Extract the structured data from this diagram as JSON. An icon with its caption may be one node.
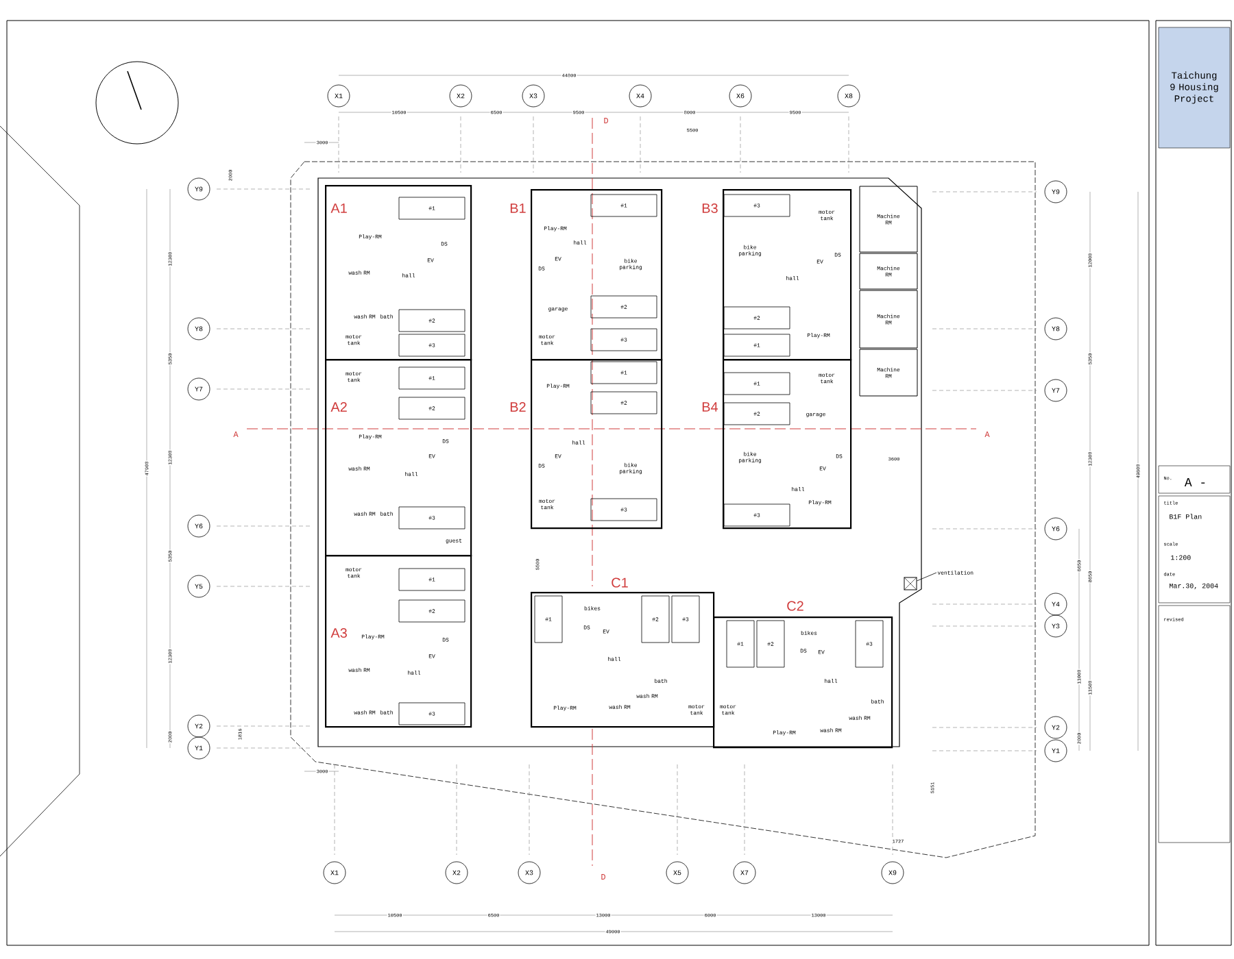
{
  "diagram": {
    "title": "Taichung 9 Housing Project",
    "nodes": [
      {
        "text": [
          "X1"
        ]
      },
      {
        "text": [
          "X2"
        ]
      },
      {
        "text": [
          "X3"
        ]
      },
      {
        "text": [
          "X4"
        ]
      },
      {
        "text": [
          "X6"
        ]
      },
      {
        "text": [
          "X8"
        ]
      },
      {
        "text": [
          "Y9"
        ]
      },
      {
        "text": [
          "Y8"
        ]
      },
      {
        "text": [
          "Y7"
        ]
      },
      {
        "text": [
          "Y6"
        ]
      },
      {
        "text": [
          "Y5"
        ]
      },
      {
        "text": [
          "Y2"
        ]
      },
      {
        "text": [
          "Y1"
        ]
      },
      {
        "text": [
          "A1"
        ]
      },
      {
        "text": [
          "Play-RM"
        ],
        "in": 13
      },
      {
        "text": [
          "#1"
        ],
        "in": 13
      },
      {
        "text": [
          "DS"
        ],
        "in": 13
      },
      {
        "text": [
          "EV"
        ],
        "in": 13
      },
      {
        "text": [
          "wash RM"
        ],
        "in": 13
      },
      {
        "text": [
          "hall"
        ],
        "in": 13
      },
      {
        "text": [
          "wash RM"
        ],
        "in": 13
      },
      {
        "text": [
          "bath"
        ],
        "in": 13
      },
      {
        "text": [
          "#2"
        ],
        "in": 13
      },
      {
        "text": [
          "motor tank"
        ],
        "in": 13
      },
      {
        "text": [
          "#3"
        ],
        "in": 13
      },
      {
        "text": [
          "A2"
        ]
      },
      {
        "text": [
          "motor tank"
        ],
        "in": 25
      },
      {
        "text": [
          "#1"
        ],
        "in": 25
      },
      {
        "text": [
          "#2"
        ],
        "in": 25
      },
      {
        "text": [
          "Play-RM"
        ],
        "in": 25
      },
      {
        "text": [
          "DS"
        ],
        "in": 25
      },
      {
        "text": [
          "EV"
        ],
        "in": 25
      },
      {
        "text": [
          "wash RM"
        ],
        "in": 25
      },
      {
        "text": [
          "hall"
        ],
        "in": 25
      },
      {
        "text": [
          "wash RM"
        ],
        "in": 25
      },
      {
        "text": [
          "bath"
        ],
        "in": 25
      },
      {
        "text": [
          "#3"
        ],
        "in": 25
      },
      {
        "text": [
          "guest"
        ],
        "in": 25
      },
      {
        "text": [
          "A3"
        ]
      },
      {
        "text": [
          "motor tank"
        ],
        "in": 38
      },
      {
        "text": [
          "#1"
        ],
        "in": 38
      },
      {
        "text": [
          "#2"
        ],
        "in": 38
      },
      {
        "text": [
          "Play-RM"
        ],
        "in": 38
      },
      {
        "text": [
          "DS"
        ],
        "in": 38
      },
      {
        "text": [
          "EV"
        ],
        "in": 38
      },
      {
        "text": [
          "wash RM"
        ],
        "in": 38
      },
      {
        "text": [
          "hall"
        ],
        "in": 38
      },
      {
        "text": [
          "wash RM"
        ],
        "in": 38
      },
      {
        "text": [
          "bath"
        ],
        "in": 38
      },
      {
        "text": [
          "#3"
        ],
        "in": 38
      },
      {
        "text": [
          "B1"
        ]
      },
      {
        "text": [
          "#1"
        ],
        "in": 50
      },
      {
        "text": [
          "Play-RM"
        ],
        "in": 50
      },
      {
        "text": [
          "hall"
        ],
        "in": 50
      },
      {
        "text": [
          "EV"
        ],
        "in": 50
      },
      {
        "text": [
          "DS"
        ],
        "in": 50
      },
      {
        "text": [
          "bike parking"
        ],
        "in": 50
      },
      {
        "text": [
          "garage"
        ],
        "in": 50
      },
      {
        "text": [
          "#2"
        ],
        "in": 50
      },
      {
        "text": [
          "motor tank"
        ],
        "in": 50
      },
      {
        "text": [
          "#3"
        ],
        "in": 50
      },
      {
        "text": [
          "B2"
        ]
      },
      {
        "text": [
          "#1"
        ],
        "in": 61
      },
      {
        "text": [
          "Play-RM"
        ],
        "in": 61
      },
      {
        "text": [
          "#2"
        ],
        "in": 61
      },
      {
        "text": [
          "hall"
        ],
        "in": 61
      },
      {
        "text": [
          "EV"
        ],
        "in": 61
      },
      {
        "text": [
          "DS"
        ],
        "in": 61
      },
      {
        "text": [
          "bike parking"
        ],
        "in": 61
      },
      {
        "text": [
          "motor tank"
        ],
        "in": 61
      },
      {
        "text": [
          "#3"
        ],
        "in": 61
      },
      {
        "text": [
          "B3"
        ]
      },
      {
        "text": [
          "#3"
        ],
        "in": 71
      },
      {
        "text": [
          "motor tank"
        ],
        "in": 71
      },
      {
        "text": [
          "bike parking"
        ],
        "in": 71
      },
      {
        "text": [
          "EV"
        ],
        "in": 71
      },
      {
        "text": [
          "DS"
        ],
        "in": 71
      },
      {
        "text": [
          "hall"
        ],
        "in": 71
      },
      {
        "text": [
          "#2"
        ],
        "in": 71
      },
      {
        "text": [
          "Play-RM"
        ],
        "in": 71
      },
      {
        "text": [
          "#1"
        ],
        "in": 71
      },
      {
        "text": [
          "B4"
        ]
      },
      {
        "text": [
          "motor tank"
        ],
        "in": 81
      },
      {
        "text": [
          "#1"
        ],
        "in": 81
      },
      {
        "text": [
          "#2"
        ],
        "in": 81
      },
      {
        "text": [
          "garage"
        ],
        "in": 81
      },
      {
        "text": [
          "bike parking"
        ],
        "in": 81
      },
      {
        "text": [
          "DS"
        ],
        "in": 81
      },
      {
        "text": [
          "EV"
        ],
        "in": 81
      },
      {
        "text": [
          "hall"
        ],
        "in": 81
      },
      {
        "text": [
          "Play-RM"
        ],
        "in": 81
      },
      {
        "text": [
          "#3"
        ],
        "in": 81
      },
      {
        "text": [
          "C1"
        ]
      },
      {
        "text": [
          "#1"
        ],
        "in": 92
      },
      {
        "text": [
          "bikes"
        ],
        "in": 92
      },
      {
        "text": [
          "DS"
        ],
        "in": 92
      },
      {
        "text": [
          "EV"
        ],
        "in": 92
      },
      {
        "text": [
          "#2"
        ],
        "in": 92
      },
      {
        "text": [
          "#3"
        ],
        "in": 92
      },
      {
        "text": [
          "hall"
        ],
        "in": 92
      },
      {
        "text": [
          "bath"
        ],
        "in": 92
      },
      {
        "text": [
          "Play-RM"
        ],
        "in": 92
      },
      {
        "text": [
          "wash RM"
        ],
        "in": 92
      },
      {
        "text": [
          "wash RM"
        ],
        "in": 92
      },
      {
        "text": [
          "motor tank"
        ],
        "in": 92
      },
      {
        "text": [
          "C2"
        ]
      },
      {
        "text": [
          "motor tank"
        ],
        "in": 105
      },
      {
        "text": [
          "#1"
        ],
        "in": 105
      },
      {
        "text": [
          "#2"
        ],
        "in": 105
      },
      {
        "text": [
          "bikes"
        ],
        "in": 105
      },
      {
        "text": [
          "DS"
        ],
        "in": 105
      },
      {
        "text": [
          "EV"
        ],
        "in": 105
      },
      {
        "text": [
          "#3"
        ],
        "in": 105
      },
      {
        "text": [
          "hall"
        ],
        "in": 105
      },
      {
        "text": [
          "bath"
        ],
        "in": 105
      },
      {
        "text": [
          "Play-RM"
        ],
        "in": 105
      },
      {
        "text": [
          "wash RM"
        ],
        "in": 105
      },
      {
        "text": [
          "wash RM"
        ],
        "in": 105
      },
      {
        "text": [
          "Machine RM"
        ]
      },
      {
        "text": [
          "Machine RM"
        ]
      },
      {
        "text": [
          "Machine RM"
        ]
      },
      {
        "text": [
          "Machine RM"
        ]
      },
      {
        "text": [
          "ventilation"
        ]
      },
      {
        "text": [
          "Y9"
        ]
      },
      {
        "text": [
          "Y8"
        ]
      },
      {
        "text": [
          "Y7"
        ]
      },
      {
        "text": [
          "Y6"
        ]
      },
      {
        "text": [
          "Y4"
        ]
      },
      {
        "text": [
          "Y3"
        ]
      },
      {
        "text": [
          "Y2"
        ]
      },
      {
        "text": [
          "Y1"
        ]
      },
      {
        "text": [
          "X1"
        ]
      },
      {
        "text": [
          "X2"
        ]
      },
      {
        "text": [
          "X3"
        ]
      },
      {
        "text": [
          "X5"
        ]
      },
      {
        "text": [
          "X7"
        ]
      },
      {
        "text": [
          "X9"
        ]
      },
      {
        "text": [],
        "shape": "box"
      }
    ],
    "edges": [
      {
        "from": 122,
        "to": 137,
        "arrow": "none"
      }
    ],
    "labels": [
      "44800",
      "10500",
      "6500",
      "9500",
      "D",
      "8000",
      "9500",
      "5500",
      "3000",
      "2000",
      "12300",
      "12000",
      "5350",
      "5350",
      "A",
      "A",
      "47900",
      "12300",
      "3600",
      "12300",
      "49800",
      "5350",
      "5500",
      "6650",
      "8650",
      "12300",
      "11000",
      "11500",
      "2000",
      "1816",
      "2000",
      "3000",
      "5151",
      "1727",
      "D",
      "10500",
      "6500",
      "13000",
      "6000",
      "13000",
      "49000",
      "No.",
      "A -",
      "title",
      "B1F Plan",
      "scale",
      "1:200",
      "date",
      "Mar.30, 2004",
      "revised"
    ]
  }
}
